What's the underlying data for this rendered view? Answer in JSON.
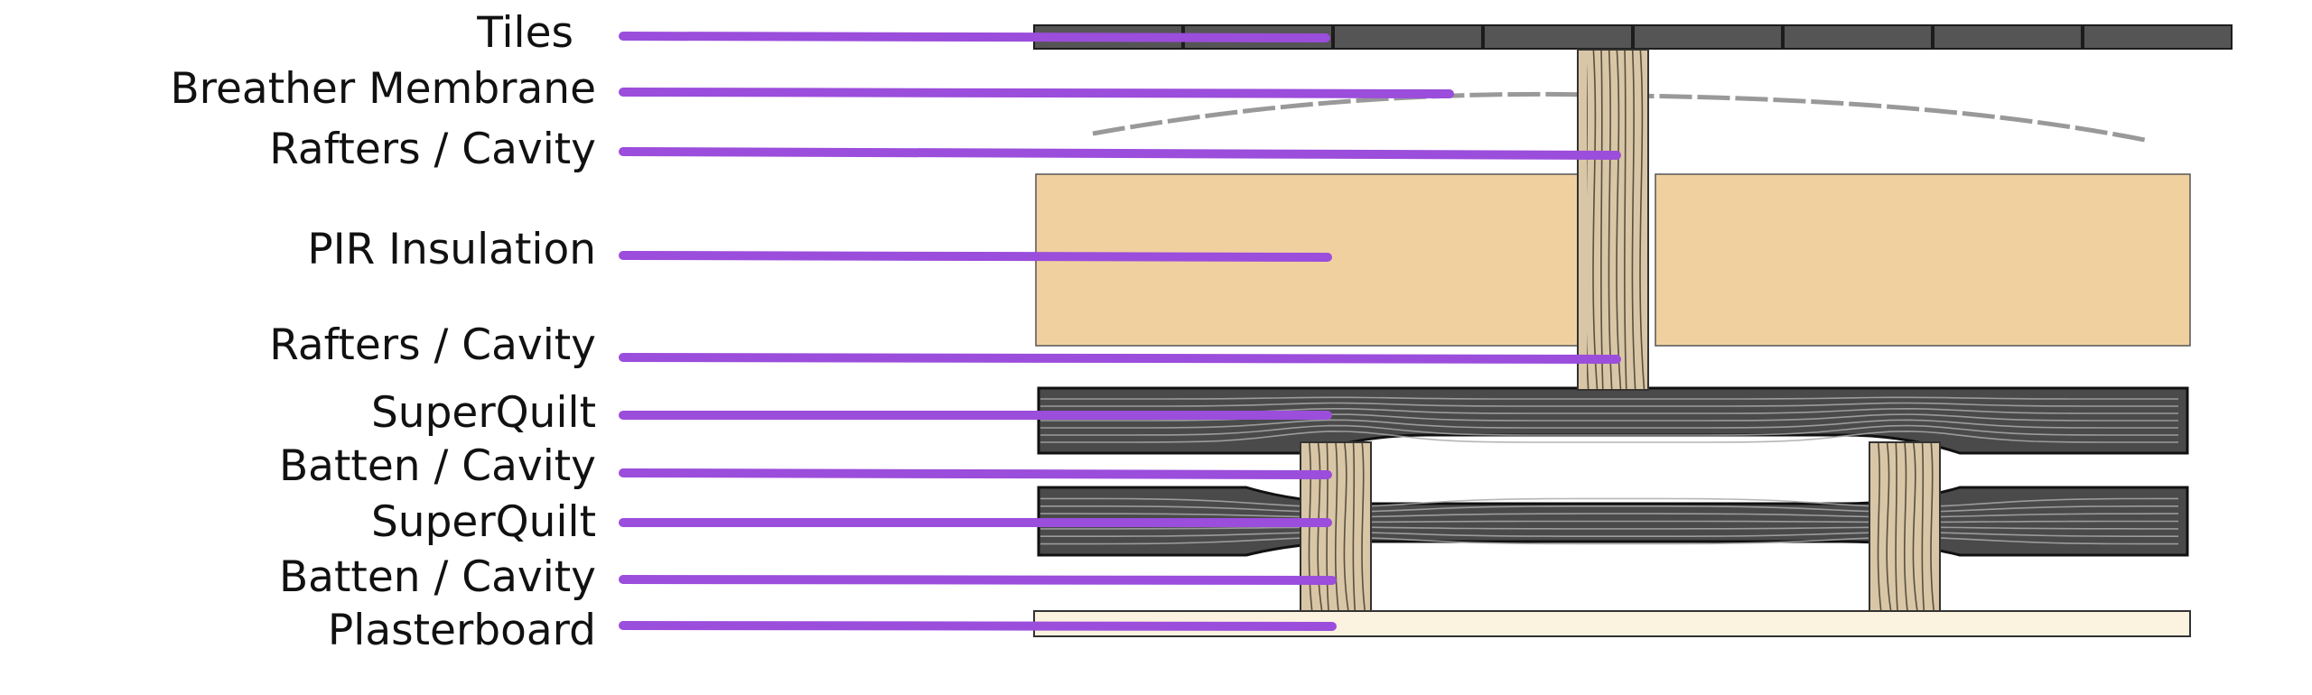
{
  "labels": [
    "Tiles",
    "Breather Membrane",
    "Rafters / Cavity",
    "PIR Insulation",
    "Rafters / Cavity",
    "SuperQuilt",
    "Batten / Cavity",
    "SuperQuilt",
    "Batten / Cavity",
    "Plasterboard"
  ],
  "colors": {
    "leader": "#9b4ddb",
    "tile": "#555555",
    "membrane": "#999999",
    "insulation": "#f1d0a0",
    "timber": "#d8c6a6",
    "timber_grain": "#3a3226",
    "quilt": "#4a4a4a",
    "quilt_line": "#a9a9a9",
    "plasterboard": "#fcf2e0"
  }
}
